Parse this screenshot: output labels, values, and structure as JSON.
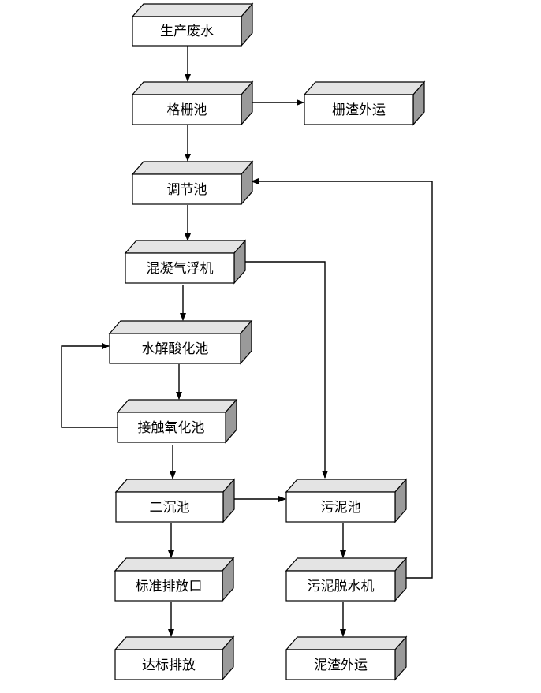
{
  "nodes": {
    "wastewater": "生产废水",
    "screen": "格栅池",
    "screen_waste": "栅渣外运",
    "equalization": "调节池",
    "flotation": "混凝气浮机",
    "hydrolysis": "水解酸化池",
    "contact_oxidation": "接触氧化池",
    "secondary_clarifier": "二沉池",
    "sludge_tank": "污泥池",
    "discharge_outlet": "标准排放口",
    "dewatering": "污泥脱水机",
    "compliant_discharge": "达标排放",
    "sludge_waste": "泥渣外运"
  }
}
